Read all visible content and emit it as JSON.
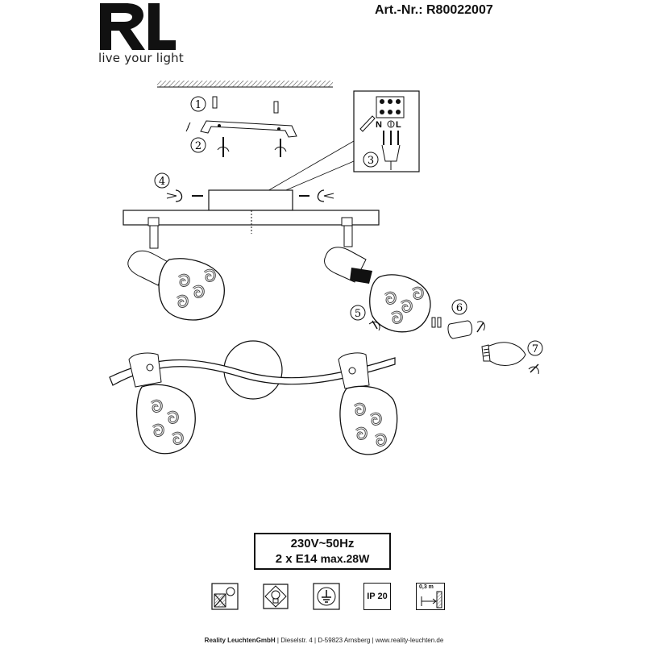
{
  "header": {
    "logo_text": "RL",
    "tagline": "live your light",
    "article_number": "Art.-Nr.: R80022007"
  },
  "steps": [
    {
      "number": "1"
    },
    {
      "number": "2"
    },
    {
      "number": "3"
    },
    {
      "number": "4"
    },
    {
      "number": "5"
    },
    {
      "number": "6"
    },
    {
      "number": "7"
    }
  ],
  "wiring": {
    "n_label": "N",
    "l_label": "L"
  },
  "specs": {
    "voltage": "230V~50Hz",
    "bulbs_prefix": "2 x E14 ",
    "bulbs_power": "max.28W"
  },
  "symbols": [
    {
      "icon": "no-insulation-mounting-icon"
    },
    {
      "icon": "bulb-type-icon"
    },
    {
      "icon": "protection-class-icon"
    },
    {
      "icon": "ip-rating-icon",
      "text": "IP 20"
    },
    {
      "icon": "min-distance-icon",
      "text": "0,3 m"
    }
  ],
  "footer": {
    "company": "Reality LeuchtenGmbH",
    "address": "Dieselstr. 4",
    "city": "D-59823 Arnsberg",
    "web": "www.reality-leuchten.de"
  }
}
